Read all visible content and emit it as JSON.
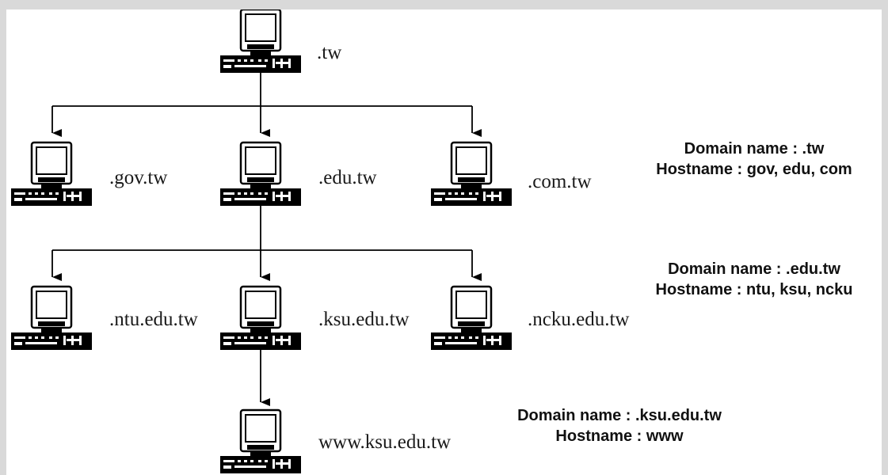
{
  "diagram": {
    "nodes": {
      "tw": {
        "label": ".tw",
        "icon": "computer-icon"
      },
      "gov": {
        "label": ".gov.tw",
        "icon": "computer-icon"
      },
      "edu": {
        "label": ".edu.tw",
        "icon": "computer-icon"
      },
      "com": {
        "label": ".com.tw",
        "icon": "computer-icon"
      },
      "ntu": {
        "label": ".ntu.edu.tw",
        "icon": "computer-icon"
      },
      "ksu": {
        "label": ".ksu.edu.tw",
        "icon": "computer-icon"
      },
      "ncku": {
        "label": ".ncku.edu.tw",
        "icon": "computer-icon"
      },
      "www": {
        "label": "www.ksu.edu.tw",
        "icon": "computer-icon"
      }
    },
    "edges": [
      [
        "tw",
        "gov"
      ],
      [
        "tw",
        "edu"
      ],
      [
        "tw",
        "com"
      ],
      [
        "edu",
        "ntu"
      ],
      [
        "edu",
        "ksu"
      ],
      [
        "edu",
        "ncku"
      ],
      [
        "ksu",
        "www"
      ]
    ],
    "notes": [
      {
        "domain": "Domain name : .tw",
        "host": "Hostname : gov, edu, com"
      },
      {
        "domain": "Domain name : .edu.tw",
        "host": "Hostname : ntu, ksu, ncku"
      },
      {
        "domain": "Domain name : .ksu.edu.tw",
        "host": "Hostname : www"
      }
    ]
  },
  "colors": {
    "background": "#d9d9d9",
    "canvas": "#ffffff",
    "ink": "#000000"
  }
}
